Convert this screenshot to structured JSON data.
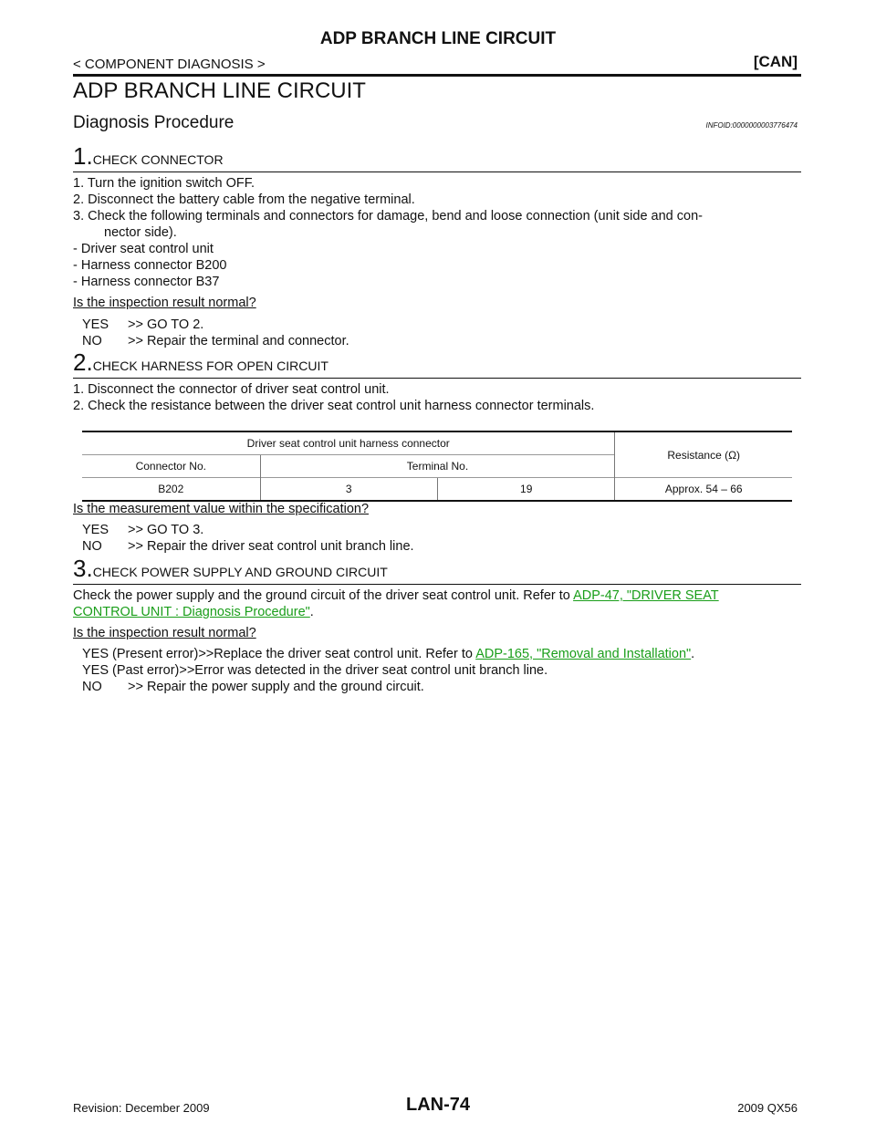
{
  "header": {
    "title": "ADP BRANCH LINE CIRCUIT",
    "breadcrumb": "< COMPONENT DIAGNOSIS >",
    "tag": "[CAN]"
  },
  "section_title": "ADP BRANCH LINE CIRCUIT",
  "subsection": {
    "title": "Diagnosis Procedure",
    "infoid": "INFOID:0000000003776474"
  },
  "step1": {
    "num": "1.",
    "title": "CHECK CONNECTOR",
    "lines": [
      "1. Turn the ignition switch OFF.",
      "2. Disconnect the battery cable from the negative terminal.",
      "3. Check the following terminals and connectors for damage, bend and loose connection (unit side and con-",
      "nector side).",
      "- Driver seat control unit",
      "- Harness connector B200",
      "- Harness connector B37"
    ],
    "question": "Is the inspection result normal?",
    "yes_key": "YES",
    "yes_text": ">> GO TO 2.",
    "no_key": "NO",
    "no_text": ">> Repair the terminal and connector."
  },
  "step2": {
    "num": "2.",
    "title": "CHECK HARNESS FOR OPEN CIRCUIT",
    "lines": [
      "1. Disconnect the connector of driver seat control unit.",
      "2. Check the resistance between the driver seat control unit harness connector terminals."
    ],
    "table": {
      "group_header": "Driver seat control unit harness connector",
      "resistance_header": "Resistance (Ω)",
      "connector_header": "Connector No.",
      "terminal_header": "Terminal No.",
      "row": {
        "connector": "B202",
        "terminal_a": "3",
        "terminal_b": "19",
        "resistance": "Approx. 54 – 66"
      }
    },
    "question": "Is the measurement value within the specification?",
    "yes_key": "YES",
    "yes_text": ">> GO TO 3.",
    "no_key": "NO",
    "no_text": ">> Repair the driver seat control unit branch line."
  },
  "step3": {
    "num": "3.",
    "title": "CHECK POWER SUPPLY AND GROUND CIRCUIT",
    "text_before": "Check the power supply and the ground circuit of the driver seat control unit. Refer to ",
    "link1_part1": "ADP-47, \"DRIVER SEAT",
    "link1_part2": "CONTROL UNIT : Diagnosis  Procedure\"",
    "text_after": ".",
    "question": "Is the inspection result normal?",
    "resp1_text": "YES (Present error)>>Replace the driver seat control unit. Refer to ",
    "resp1_link": "ADP-165, \"Removal and Installation\"",
    "resp1_end": ".",
    "resp2_text": "YES (Past error)>>Error was detected in the driver seat control unit branch line.",
    "no_key": "NO",
    "no_text": ">> Repair the power supply and the ground circuit."
  },
  "footer": {
    "revision": "Revision: December 2009",
    "page": "LAN-74",
    "model": "2009 QX56"
  }
}
